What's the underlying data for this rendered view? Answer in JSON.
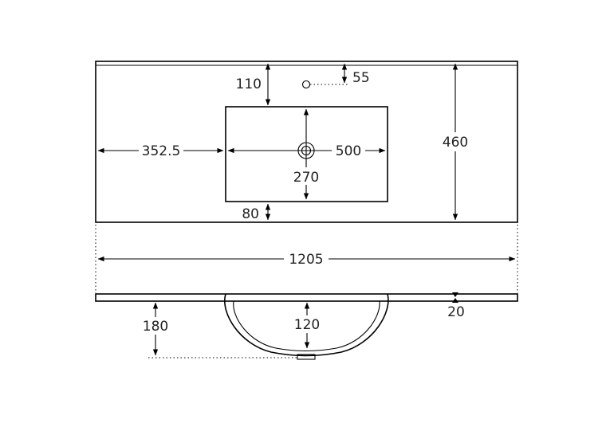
{
  "dimensions": {
    "overall_width": "1205",
    "depth": "460",
    "left_offset": "352.5",
    "basin_width": "500",
    "basin_depth": "270",
    "rear_margin": "110",
    "front_margin": "80",
    "tap_hole_offset": "55",
    "top_thickness": "20",
    "bowl_depth": "120",
    "waste_height": "180"
  },
  "colors": {
    "line": "#000000",
    "text": "#222222",
    "background": "#ffffff"
  }
}
